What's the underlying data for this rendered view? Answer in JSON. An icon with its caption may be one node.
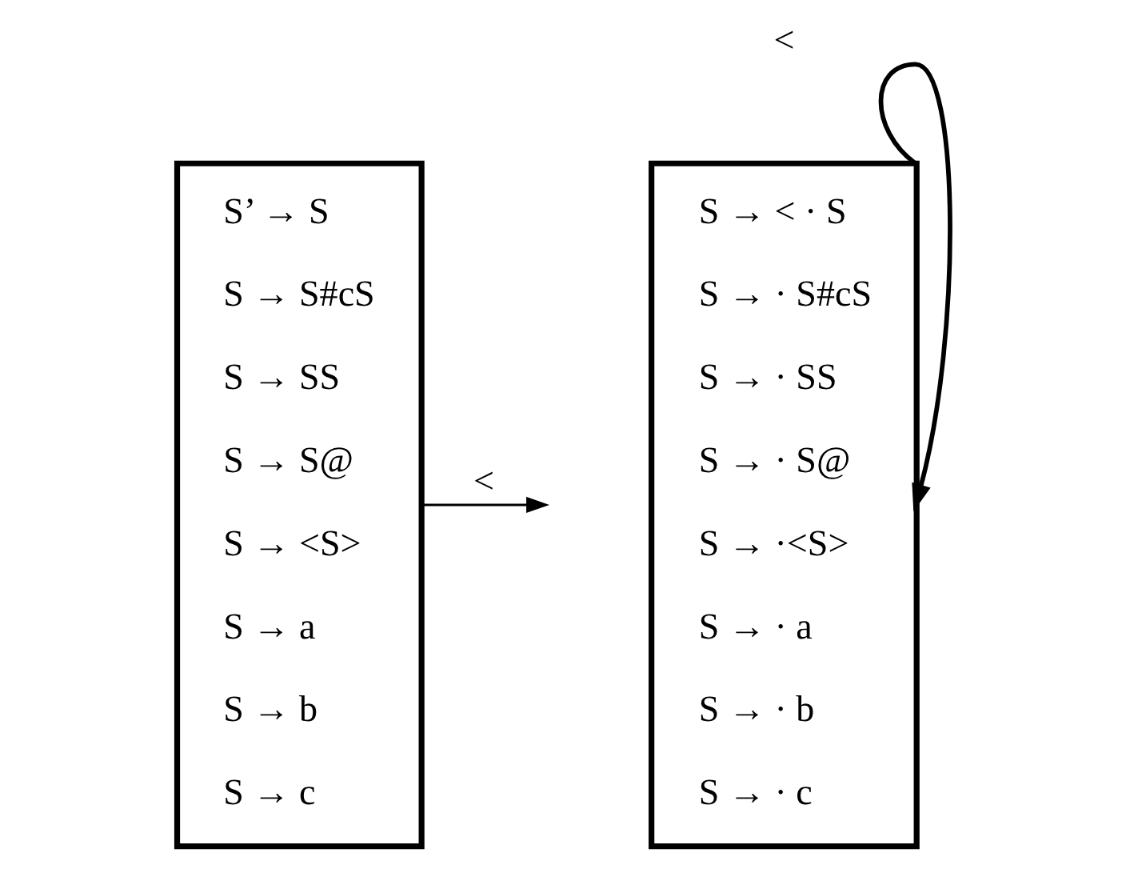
{
  "diagram": {
    "nodes": [
      {
        "text": [
          "S’ → S",
          "S → S#cS",
          "S → SS",
          "S → S@",
          "S → <S>",
          "S → a",
          "S → b",
          "S → c"
        ]
      },
      {
        "text": [
          "S → < · S",
          "S → · S#cS",
          "S → · SS",
          "S → · S@",
          "S → ·<S>",
          "S → · a",
          "S → · b",
          "S → · c"
        ]
      }
    ],
    "edges": [
      {
        "from": 0,
        "to": null,
        "arrow": "to",
        "label": "<"
      },
      {
        "from": 1,
        "to": 1,
        "arrow": "to",
        "label": "<"
      }
    ]
  }
}
